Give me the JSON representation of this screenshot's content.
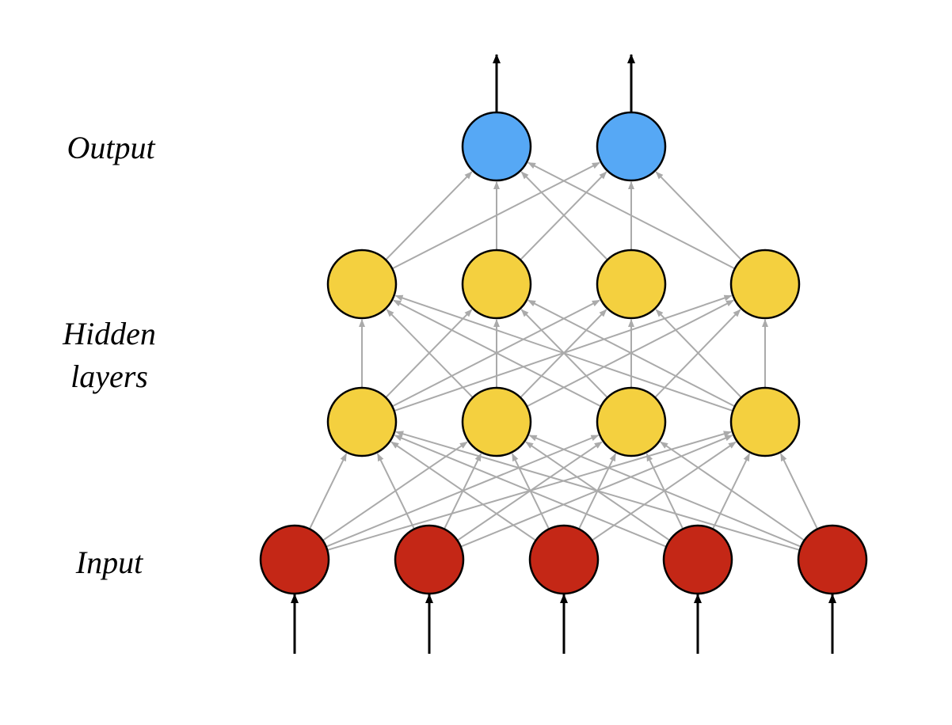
{
  "labels": {
    "output": "Output",
    "hidden_line1": "Hidden",
    "hidden_line2": "layers",
    "input": "Input"
  },
  "colors": {
    "input": "#c42716",
    "hidden": "#f4d03f",
    "output": "#56a8f5",
    "node_stroke": "#000000",
    "connection": "#aaaaaa",
    "io_arrow": "#000000"
  },
  "network": {
    "layers": [
      {
        "name": "input",
        "nodes": 5
      },
      {
        "name": "hidden-1",
        "nodes": 4
      },
      {
        "name": "hidden-2",
        "nodes": 4
      },
      {
        "name": "output",
        "nodes": 2
      }
    ],
    "connections": "fully-connected",
    "input_arrows": true,
    "output_arrows": true
  }
}
